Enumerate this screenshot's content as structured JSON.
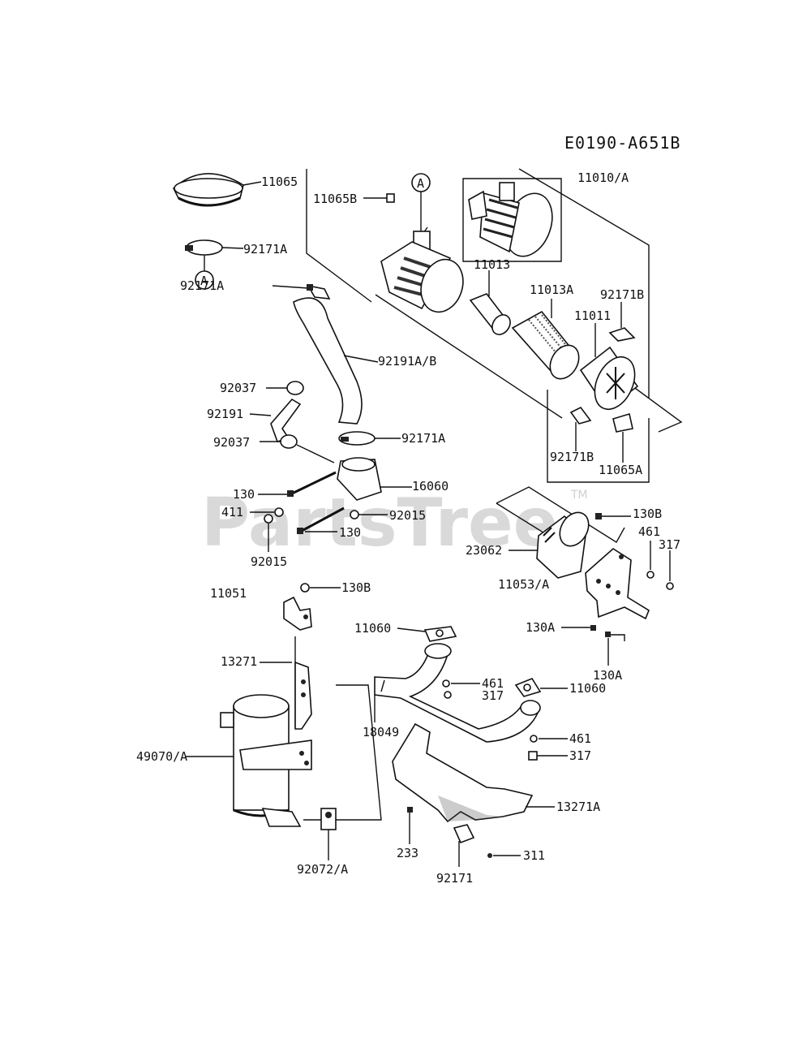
{
  "diagram": {
    "code": "E0190-A651B",
    "watermark": "PartsTree",
    "watermark_mark": "TM",
    "callout_letter": "A",
    "labels": {
      "p11010": "11010/A",
      "p11065": "11065",
      "p11065b": "11065B",
      "p92171a_top": "92171A",
      "p92171a_left": "92171A",
      "p11013": "11013",
      "p11013a": "11013A",
      "p92171b_top": "92171B",
      "p11011": "11011",
      "p92191ab": "92191A/B",
      "p92037_top": "92037",
      "p92191": "92191",
      "p92171a_mid": "92171A",
      "p92037_bot": "92037",
      "p92171b_bot": "92171B",
      "p11065a": "11065A",
      "p16060": "16060",
      "p130_a": "130",
      "p411": "411",
      "p92015_r": "92015",
      "p130_b": "130",
      "p92015_l": "92015",
      "p130b_top": "130B",
      "p461_top": "461",
      "p317_top": "317",
      "p23062": "23062",
      "p11053": "11053/A",
      "p11051": "11051",
      "p130b_mid": "130B",
      "p11060_top": "11060",
      "p130a_1": "130A",
      "p130a_2": "130A",
      "p13271": "13271",
      "p461_mid": "461",
      "p317_mid": "317",
      "p11060_r": "11060",
      "p18049": "18049",
      "p461_bot": "461",
      "p49070": "49070/A",
      "p317_bot": "317",
      "p13271a": "13271A",
      "p233": "233",
      "p311": "311",
      "p92072": "92072/A",
      "p92171": "92171"
    }
  }
}
